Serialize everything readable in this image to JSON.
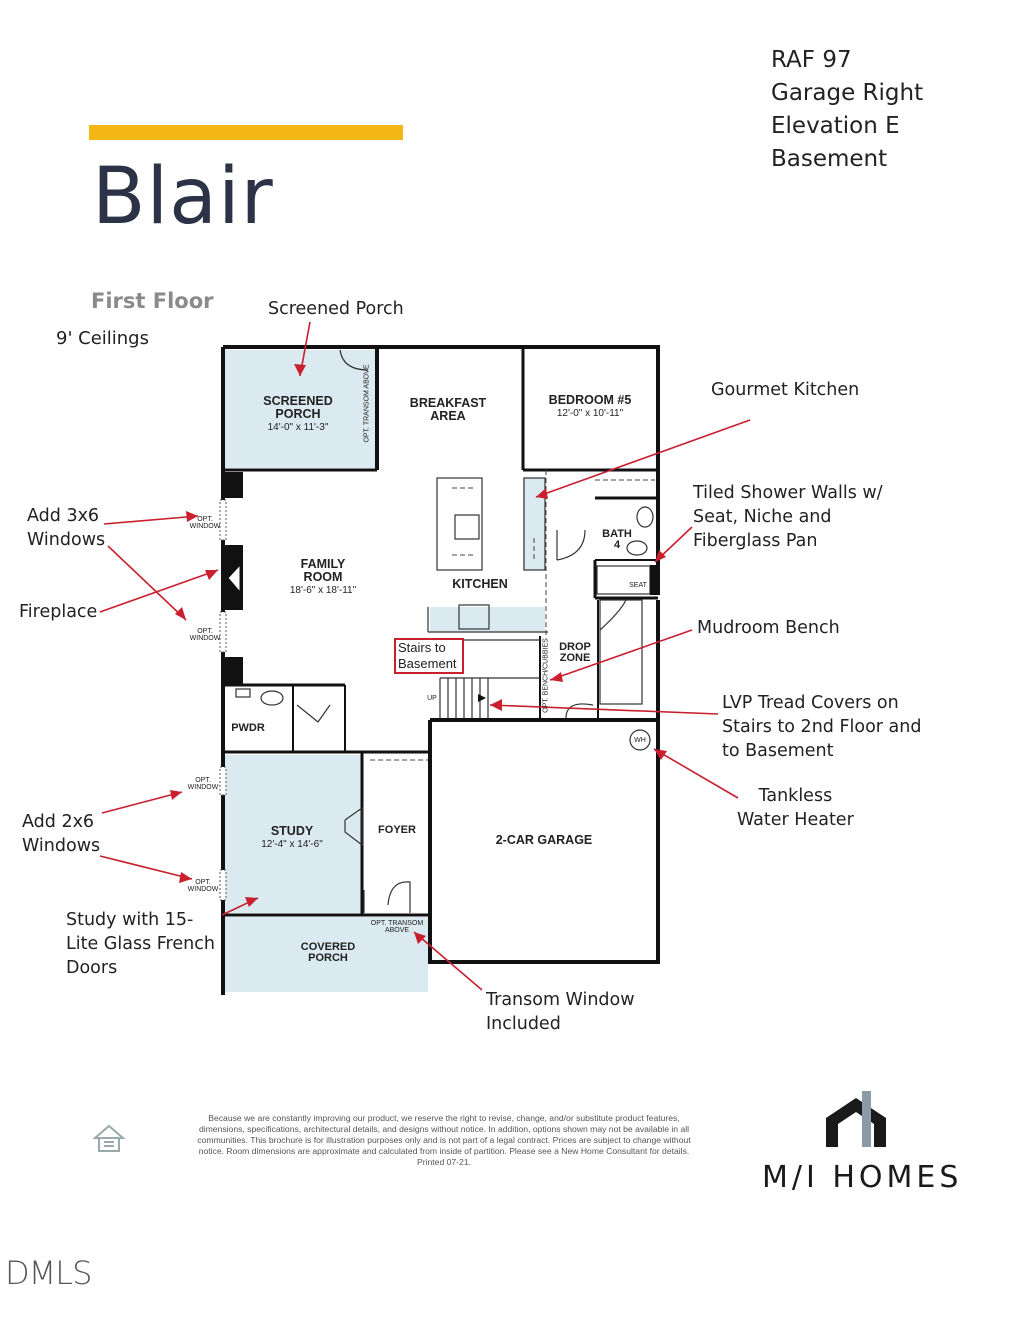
{
  "header": {
    "title": "Blair",
    "meta_lines": [
      "RAF 97",
      "Garage Right",
      "Elevation E",
      "Basement"
    ],
    "floor_label": "First Floor",
    "ceilings": "9' Ceilings"
  },
  "colors": {
    "accent": "#f2b715",
    "title": "#2d3347",
    "tint": "#dbeaf0",
    "arrow": "#c8202f"
  },
  "rooms": {
    "screened_porch": {
      "name1": "SCREENED",
      "name2": "PORCH",
      "dim": "14'-0\" x 11'-3\""
    },
    "breakfast": {
      "name1": "BREAKFAST",
      "name2": "AREA"
    },
    "bedroom5": {
      "name": "BEDROOM #5",
      "dim": "12'-0\" x 10'-11\""
    },
    "family": {
      "name1": "FAMILY",
      "name2": "ROOM",
      "dim": "18'-6\" x 18'-11\""
    },
    "kitchen": {
      "name": "KITCHEN"
    },
    "bath4": {
      "name1": "BATH",
      "name2": "4"
    },
    "drop_zone": {
      "name1": "DROP",
      "name2": "ZONE"
    },
    "pwdr": {
      "name": "PWDR"
    },
    "study": {
      "name": "STUDY",
      "dim": "12'-4\" x 14'-6\""
    },
    "foyer": {
      "name": "FOYER"
    },
    "garage": {
      "name": "2-CAR GARAGE"
    },
    "covered_porch": {
      "name1": "COVERED",
      "name2": "PORCH"
    }
  },
  "plan_labels": {
    "opt_window": "OPT. WINDOW",
    "opt_window_a": "OPT.",
    "opt_window_b": "WINDOW",
    "transom_vertical": "OPT. TRANSOM ABOVE",
    "transom_a": "OPT. TRANSOM",
    "transom_b": "ABOVE",
    "seat": "SEAT",
    "wh": "WH",
    "up": "UP",
    "bench_cubbies": "OPT. BENCH/CUBBIES",
    "stairs_line1": "Stairs to",
    "stairs_line2": "Basement"
  },
  "callouts": {
    "screened_porch": "Screened Porch",
    "gourmet_kitchen": "Gourmet Kitchen",
    "tiled_shower": [
      "Tiled Shower Walls w/",
      "Seat, Niche and",
      "Fiberglass Pan"
    ],
    "add_3x6": [
      "Add 3x6",
      "Windows"
    ],
    "fireplace": "Fireplace",
    "mudroom_bench": "Mudroom Bench",
    "lvp_tread": [
      "LVP Tread Covers on",
      "Stairs to 2nd Floor and",
      "to Basement"
    ],
    "tankless": [
      "Tankless",
      "Water Heater"
    ],
    "add_2x6": [
      "Add 2x6",
      "Windows"
    ],
    "study_glass": [
      "Study with 15-",
      "Lite Glass French",
      "Doors"
    ],
    "transom_window": [
      "Transom Window",
      "Included"
    ]
  },
  "footer": {
    "disclaimer": "Because we are constantly improving our product, we reserve the right to revise, change, and/or substitute product features, dimensions, specifications, architectural details, and designs without notice. In addition, options shown may not be available in all communities. This brochure is for illustration purposes only and is not part of a legal contract. Prices are subject to change without notice. Room dimensions are approximate and calculated from inside of partition. Please see a New Home Consultant for details. Printed 07-21.",
    "brand": "M/I HOMES",
    "mls": "DMLS"
  }
}
